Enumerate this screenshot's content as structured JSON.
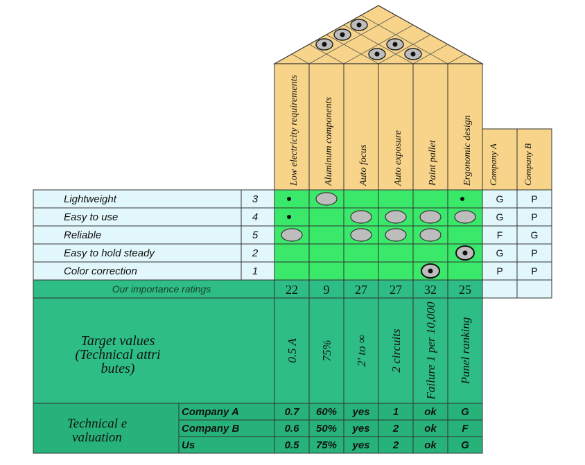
{
  "requirements": [
    {
      "label": "Lightweight",
      "importance": "3"
    },
    {
      "label": "Easy to use",
      "importance": "4"
    },
    {
      "label": "Reliable",
      "importance": "5"
    },
    {
      "label": "Easy to hold steady",
      "importance": "2"
    },
    {
      "label": "Color correction",
      "importance": "1"
    }
  ],
  "technical_requirements": [
    "Low electricity requirements",
    "Aluminum components",
    "Auto focus",
    "Auto exposure",
    "Paint pallet",
    "Ergonomic design"
  ],
  "competitors": [
    "Company A",
    "Company B"
  ],
  "relationships": [
    [
      "small-dot",
      "circle",
      "",
      "",
      "",
      "small-dot"
    ],
    [
      "small-dot",
      "",
      "circle",
      "circle",
      "circle",
      "circle"
    ],
    [
      "circle",
      "",
      "circle",
      "circle",
      "circle",
      ""
    ],
    [
      "",
      "",
      "",
      "",
      "",
      "circle-dot"
    ],
    [
      "",
      "",
      "",
      "",
      "circle-dot",
      ""
    ]
  ],
  "competitor_ratings": [
    [
      "G",
      "P"
    ],
    [
      "G",
      "P"
    ],
    [
      "F",
      "G"
    ],
    [
      "G",
      "P"
    ],
    [
      "P",
      "P"
    ]
  ],
  "importance_ratings_label": "Our importance ratings",
  "importance_ratings": [
    "22",
    "9",
    "27",
    "27",
    "32",
    "25"
  ],
  "target_values_label": "Target values (Technical attri butes)",
  "target_values": [
    "0.5 A",
    "75%",
    "2' to ∞",
    "2 circuits",
    "Failure 1 per 10,000",
    "Panel ranking"
  ],
  "technical_evaluation_label": "Technical e valuation",
  "technical_evaluation_rows": [
    {
      "label": "Company A",
      "values": [
        "0.7",
        "60%",
        "yes",
        "1",
        "ok",
        "G"
      ]
    },
    {
      "label": "Company B",
      "values": [
        "0.6",
        "50%",
        "yes",
        "2",
        "ok",
        "F"
      ]
    },
    {
      "label": "Us",
      "values": [
        "0.5",
        "75%",
        "yes",
        "2",
        "ok",
        "G"
      ]
    }
  ],
  "roof_correlations": [
    "circle-dot",
    "circle-dot",
    "circle-dot",
    "circle-dot",
    "circle-dot",
    "circle-dot"
  ],
  "colors": {
    "roof": "#f7d489",
    "header": "#f7d489",
    "req_row": "#e2f7fb",
    "matrix": "#3ae86a",
    "lower": "#2dbd85",
    "lower_bottom": "#27b27a",
    "line": "#333333"
  }
}
